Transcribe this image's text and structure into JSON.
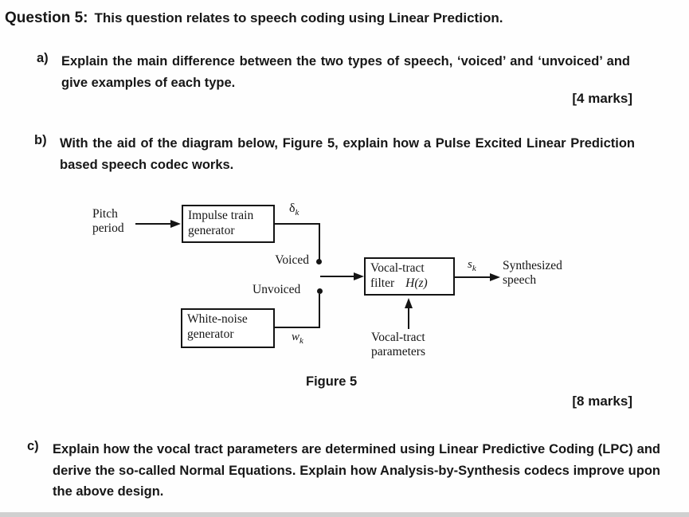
{
  "colors": {
    "ink": "#171717",
    "paper": "#fefefe",
    "scanbar": "#d0d0d0"
  },
  "question": {
    "label": "Question 5:",
    "intro": "This question relates to speech coding using Linear Prediction."
  },
  "parts": {
    "a": {
      "label": "a)",
      "text": "Explain the main difference between the two types of speech, ‘voiced’ and ‘unvoiced’ and give examples of each type.",
      "marks": "[4 marks]"
    },
    "b": {
      "label": "b)",
      "text": "With the aid of the diagram below, Figure 5, explain how a Pulse Excited Linear Prediction based speech codec works.",
      "marks": "[8 marks]"
    },
    "c": {
      "label": "c)",
      "text": "Explain how the vocal tract parameters are determined using Linear Predictive Coding (LPC) and derive the so-called Normal Equations. Explain how Analysis-by-Synthesis codecs improve upon the above design."
    }
  },
  "figure": {
    "caption": "Figure 5",
    "diagram": {
      "pitch_line1": "Pitch",
      "pitch_line2": "period",
      "impulse_box_line1": "Impulse train",
      "impulse_box_line2": "generator",
      "voiced": "Voiced",
      "unvoiced": "Unvoiced",
      "noise_box_line1": "White-noise",
      "noise_box_line2": "generator",
      "filter_box_line1": "Vocal-tract",
      "filter_box_line2a": "filter",
      "filter_box_line2b": "H(z)",
      "synth_line1": "Synthesized",
      "synth_line2": "speech",
      "params_line1": "Vocal-tract",
      "params_line2": "parameters",
      "signals": {
        "impulse": {
          "base": "δ",
          "sub": "k"
        },
        "noise": {
          "base": "w",
          "sub": "k"
        },
        "filter_out": {
          "base": "s",
          "sub": "k"
        }
      }
    }
  }
}
